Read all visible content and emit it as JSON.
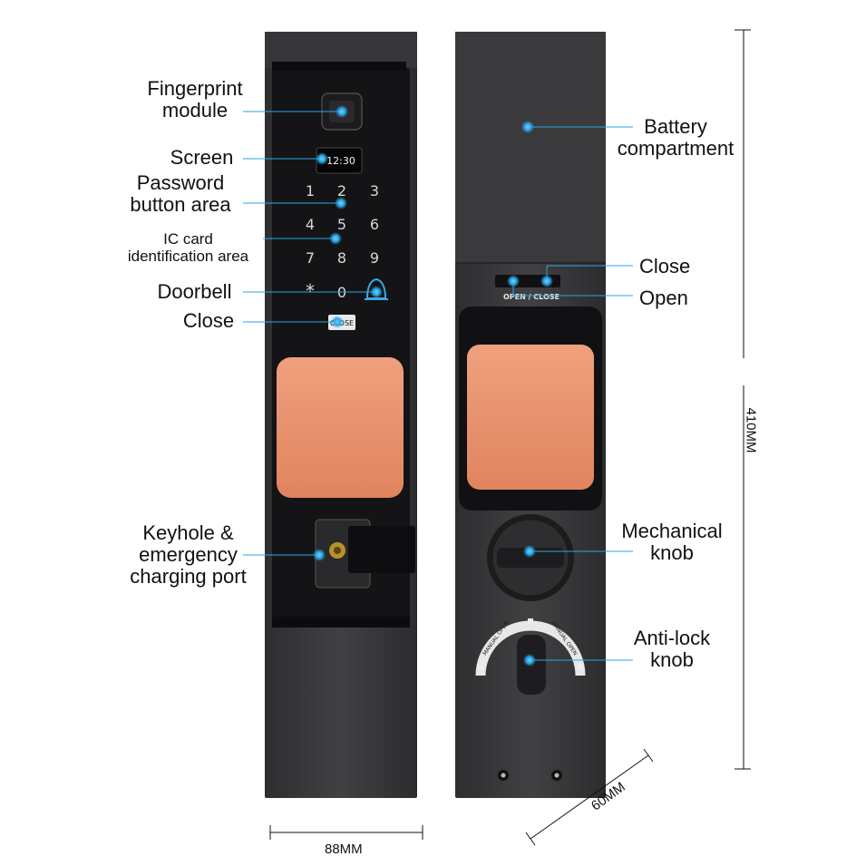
{
  "labels": {
    "fingerprint": "Fingerprint\nmodule",
    "screen": "Screen",
    "password": "Password\nbutton area",
    "ic_card": "IC card\nidentification area",
    "doorbell": "Doorbell",
    "close_front": "Close",
    "keyhole": "Keyhole &\nemergency\ncharging port",
    "battery": "Battery\ncompartment",
    "close_back": "Close",
    "open_back": "Open",
    "mechanical": "Mechanical\nknob",
    "antilock": "Anti-lock\nknob"
  },
  "device": {
    "screen_time": "12:30",
    "keys": [
      "1",
      "2",
      "3",
      "4",
      "5",
      "6",
      "7",
      "8",
      "9",
      "*",
      "0"
    ],
    "close_button": "CLOSE",
    "switch_label": "OPEN / CLOSE",
    "manual_open_left": "MANUAL OPEN",
    "manual_open_right": "MANUAL OPEN"
  },
  "dimensions": {
    "width": "88MM",
    "height": "410MM",
    "depth": "60MM"
  },
  "colors": {
    "body": "#3c3c3e",
    "body_dark": "#1f1f21",
    "handle": "#e8906e",
    "indicator": "#2aa6e6"
  }
}
